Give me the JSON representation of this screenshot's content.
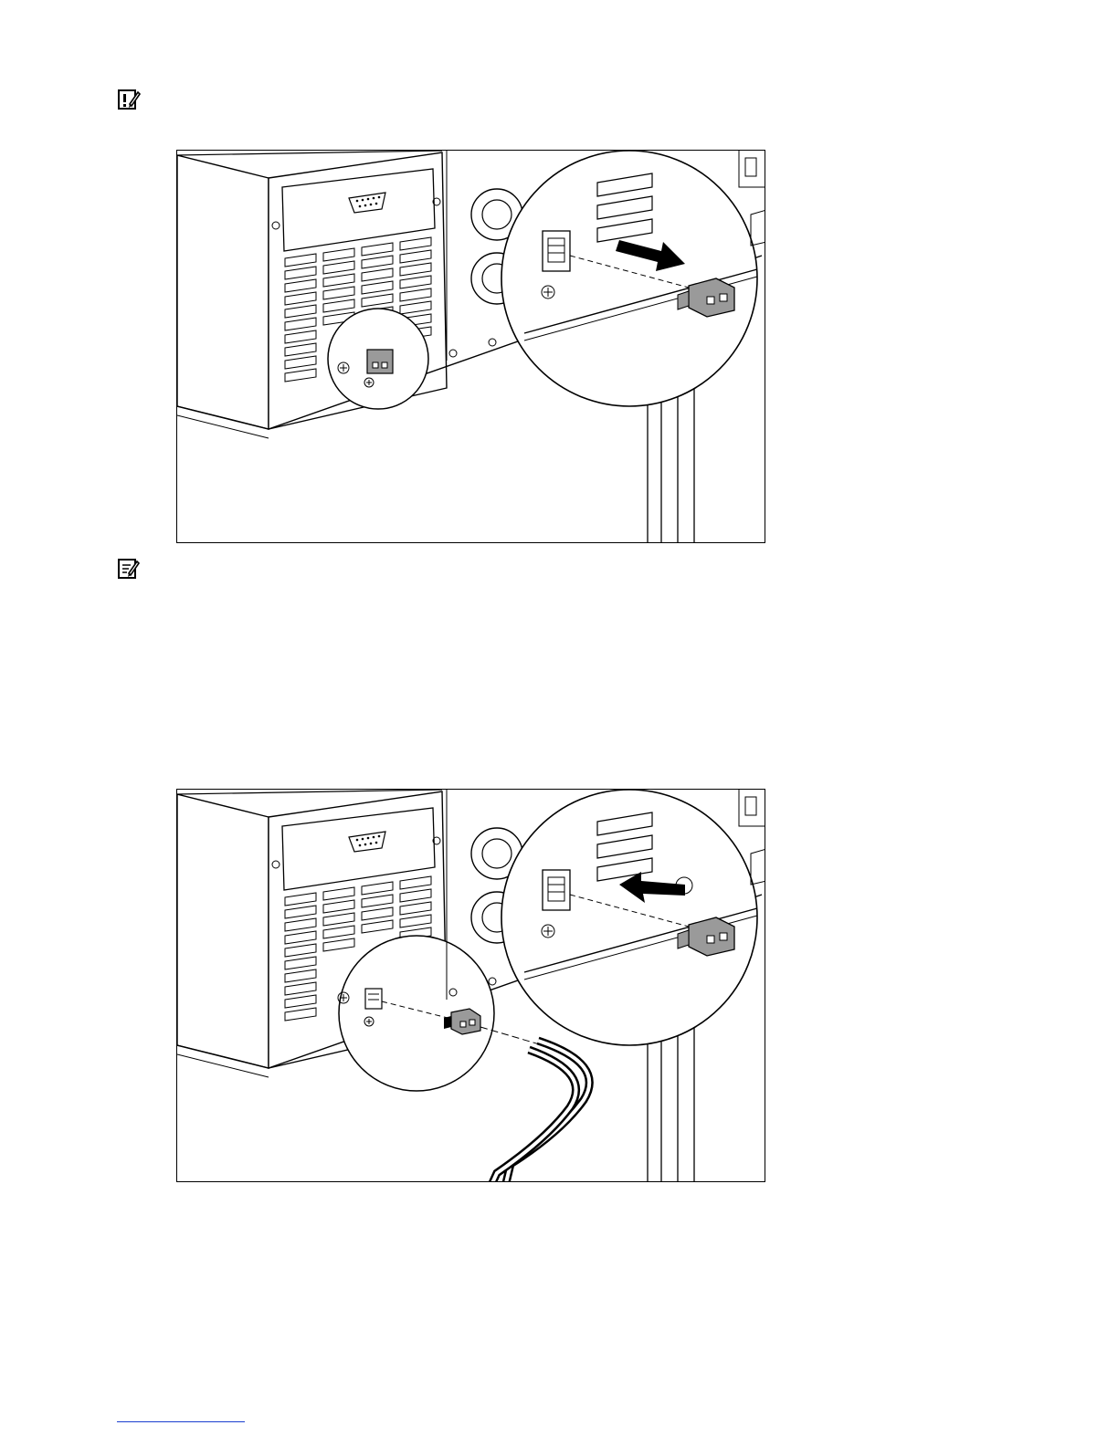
{
  "page": {
    "icons": {
      "important": "important-note-icon",
      "note": "note-icon"
    },
    "figures": [
      {
        "id": "remove-terminal-block",
        "arrow_direction": "outward"
      },
      {
        "id": "insert-terminal-block-with-wires",
        "arrow_direction": "inward"
      }
    ],
    "colors": {
      "line": "#000000",
      "fill": "#ffffff",
      "shade": "#9a9a9a",
      "footer_rule": "#1a3fd0"
    }
  }
}
